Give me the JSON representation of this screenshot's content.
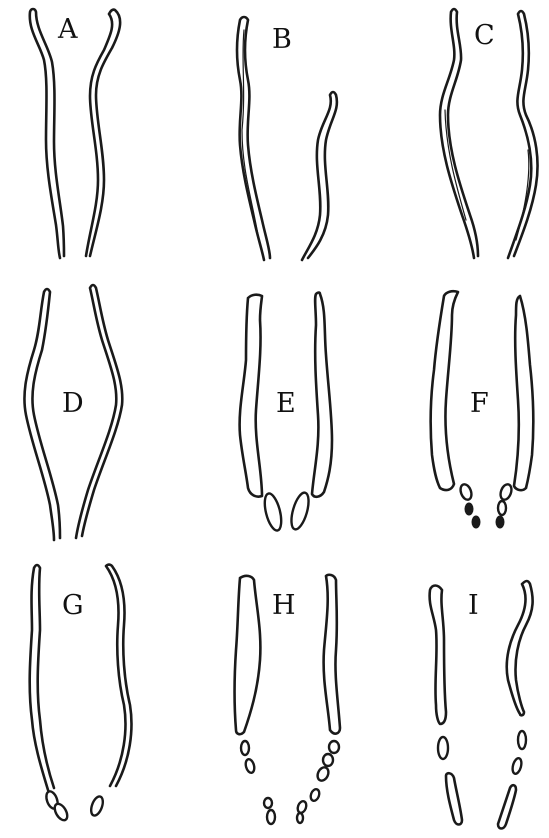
{
  "figure": {
    "panels": [
      {
        "label": "A"
      },
      {
        "label": "B"
      },
      {
        "label": "C"
      },
      {
        "label": "D"
      },
      {
        "label": "E"
      },
      {
        "label": "F"
      },
      {
        "label": "G"
      },
      {
        "label": "H"
      },
      {
        "label": "I"
      }
    ]
  }
}
